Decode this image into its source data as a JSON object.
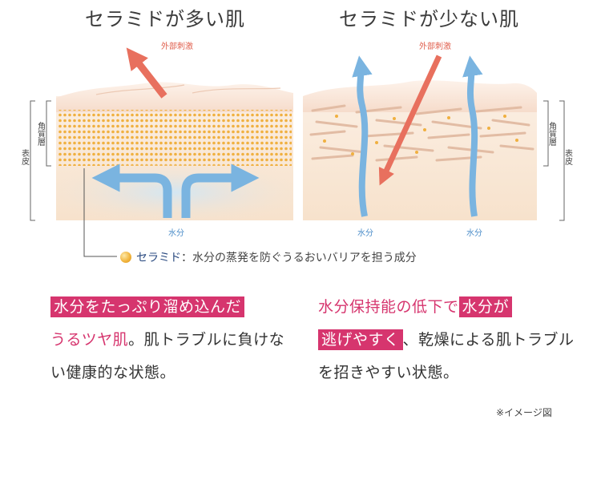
{
  "titles": {
    "left": "セラミドが多い肌",
    "right": "セラミドが少ない肌"
  },
  "labels": {
    "external_stimulus": "外部刺激",
    "water": "水分",
    "stratum_corneum": "角質層",
    "epidermis": "表皮"
  },
  "legend": {
    "name": "セラミド",
    "text": "：水分の蒸発を防ぐうるおいバリアを担う成分"
  },
  "left_description": {
    "highlight": "水分をたっぷり溜め込んだ",
    "pink": "うるツヤ肌",
    "rest": "。肌トラブルに負けない健康的な状態。"
  },
  "right_description": {
    "pink": "水分保持能の低下で",
    "highlight1": "水分が",
    "highlight2": "逃げやすく",
    "rest": "、乾燥による肌トラブルを招きやすい状態。"
  },
  "note": "※イメージ図",
  "colors": {
    "accent_pink": "#d6356e",
    "arrow_red": "#e8705e",
    "water_blue": "#7ab4e0",
    "ceramide_gold": "#f2b640",
    "skin_beige": "#f8e4d2"
  }
}
